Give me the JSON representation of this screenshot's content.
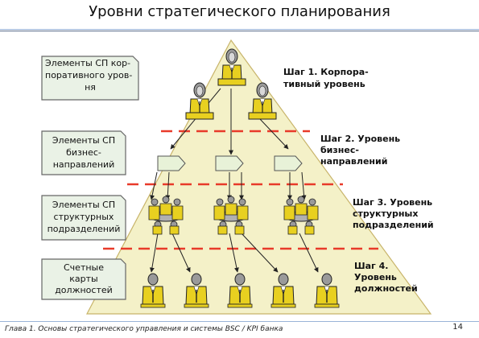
{
  "slide": {
    "title": "Уровни стратегического планирования",
    "footer": "Глава 1. Основы стратегического управления и системы BSC / KPI банка",
    "page_number": "14"
  },
  "colors": {
    "pyramid_fill": "#f4f1c8",
    "dash": "#e83a2a",
    "box_fill": "#e8f2d8",
    "note_fill": "#eaf2e6",
    "person": "#e8d020",
    "person_head": "#999999",
    "title_rule": "#9ab4d8"
  },
  "notes": [
    {
      "lines": [
        "Элементы СП кор-",
        "поративного уров-",
        "ня"
      ]
    },
    {
      "lines": [
        "Элементы СП",
        "бизнес-",
        "направлений"
      ]
    },
    {
      "lines": [
        "Элементы СП",
        "структурных",
        "подразделений"
      ]
    },
    {
      "lines": [
        "Счетные",
        "карты",
        "должностей"
      ]
    }
  ],
  "steps": [
    {
      "lines": [
        "Шаг 1. Корпора-",
        "тивный уровень"
      ]
    },
    {
      "lines": [
        "Шаг 2. Уровень",
        "бизнес-",
        "направлений"
      ]
    },
    {
      "lines": [
        "Шаг 3. Уровень",
        "структурных",
        "подразделений"
      ]
    },
    {
      "lines": [
        "Шаг 4.",
        "Уровень",
        "должностей"
      ]
    }
  ]
}
